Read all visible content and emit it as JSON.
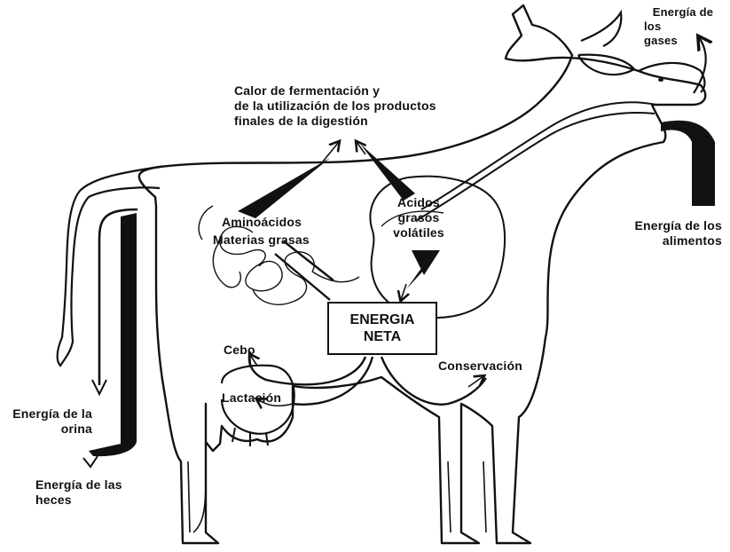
{
  "labels": {
    "gas_energy": [
      "Energía de",
      "los",
      "gases"
    ],
    "fermentation_heat": [
      "Calor de fermentación y",
      "de la utilización de los productos",
      "finales de la digestión"
    ],
    "amino_acids": "Aminoácidos",
    "fat_materials": "Materias grasas",
    "volatile_fatty_acids": [
      "Acidos",
      "grasos",
      "volátiles"
    ],
    "food_energy": [
      "Energía de los",
      "alimentos"
    ],
    "net_energy": [
      "ENERGIA",
      "NETA"
    ],
    "fat": "Cebo",
    "lactation": "Lactación",
    "maintenance": "Conservación",
    "urine_energy": [
      "Energía de la",
      "orina"
    ],
    "feces_energy": [
      "Energía de las",
      "heces"
    ]
  }
}
